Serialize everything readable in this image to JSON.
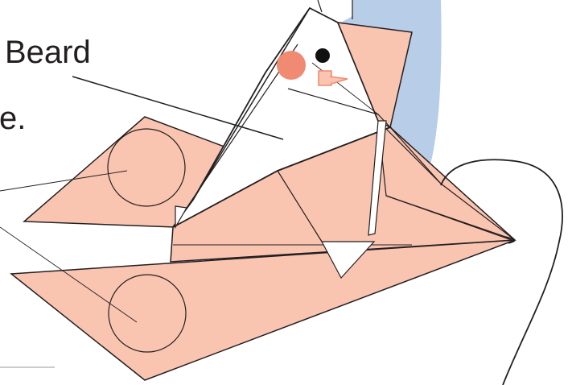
{
  "labels": {
    "beard": "Beard",
    "partial_word": "e."
  },
  "colors": {
    "paper_fill": "#f9c4b0",
    "outline": "#231f20",
    "cheek": "#f08a73",
    "eye": "#111111",
    "background_shape": "#b8cde8",
    "paper_white": "#ffffff"
  },
  "icons": {
    "feet_mark": "small-orange-mark"
  }
}
